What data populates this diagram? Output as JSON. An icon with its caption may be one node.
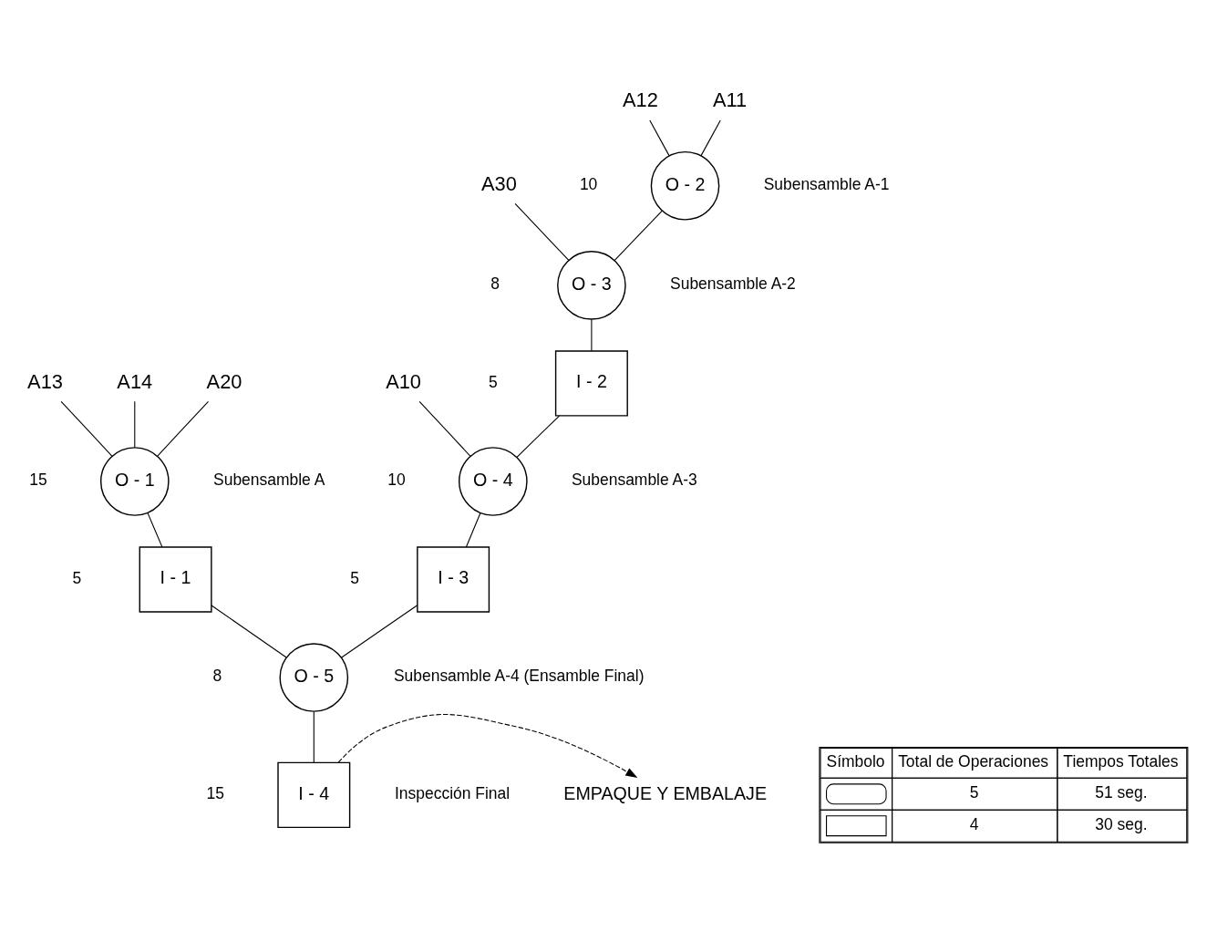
{
  "diagram": {
    "nodes": [
      {
        "text": [
          "A10"
        ]
      },
      {
        "text": [
          "A30"
        ]
      },
      {
        "text": [
          "A12"
        ]
      },
      {
        "text": [
          "A11"
        ]
      },
      {
        "text": [
          "A13"
        ]
      },
      {
        "text": [
          "A14"
        ]
      },
      {
        "text": [
          "A20"
        ]
      },
      {
        "text": [
          "O - 2"
        ],
        "beside": [
          "10",
          "Subensamble A-1"
        ]
      },
      {
        "text": [
          "O - 3"
        ],
        "beside": [
          "8",
          "Subensamble A-2"
        ]
      },
      {
        "text": [
          "O - 1"
        ],
        "beside": [
          "15",
          "Subensamble A"
        ]
      },
      {
        "text": [
          "I - 2"
        ],
        "beside": [
          "5"
        ]
      },
      {
        "text": [
          "I - 1"
        ],
        "beside": [
          "5"
        ]
      },
      {
        "text": [
          "O - 4"
        ],
        "beside": [
          "10",
          "Subensamble A-3"
        ]
      },
      {
        "text": [
          "I - 3"
        ],
        "beside": [
          "5"
        ]
      },
      {
        "text": [
          "O - 5"
        ],
        "beside": [
          "8",
          "Subensamble A-4 (Ensamble Final)"
        ]
      },
      {
        "text": [
          "I - 4"
        ],
        "beside": [
          "15",
          "Inspección Final"
        ]
      },
      {
        "text": [
          "EMPAQUE Y EMBALAJE"
        ]
      }
    ],
    "edges": [
      {
        "from": 2,
        "to": 7,
        "arrow": "none"
      },
      {
        "from": 3,
        "to": 7,
        "arrow": "none"
      },
      {
        "from": 1,
        "to": 8,
        "arrow": "none"
      },
      {
        "from": 7,
        "to": 8,
        "arrow": "none"
      },
      {
        "from": 8,
        "to": 10,
        "arrow": "none"
      },
      {
        "from": 4,
        "to": 9,
        "arrow": "none"
      },
      {
        "from": 6,
        "to": 9,
        "arrow": "none"
      },
      {
        "from": 5,
        "to": 9,
        "arrow": "none"
      },
      {
        "from": 9,
        "to": 11,
        "arrow": "none"
      },
      {
        "from": 0,
        "to": 12,
        "arrow": "none"
      },
      {
        "from": 10,
        "to": 12,
        "arrow": "none"
      },
      {
        "from": 12,
        "to": 13,
        "arrow": "none"
      },
      {
        "from": 13,
        "to": 14,
        "arrow": "none"
      },
      {
        "from": 11,
        "to": 14,
        "arrow": "none"
      },
      {
        "from": 14,
        "to": 15,
        "arrow": "none"
      },
      {
        "from": 15,
        "to": 16,
        "arrow": "to",
        "style": "dashed"
      }
    ],
    "labels": [
      "Símbolo",
      "Total de Operaciones",
      "Tiempos Totales",
      "5",
      "51 seg.",
      "4",
      "30 seg."
    ]
  }
}
